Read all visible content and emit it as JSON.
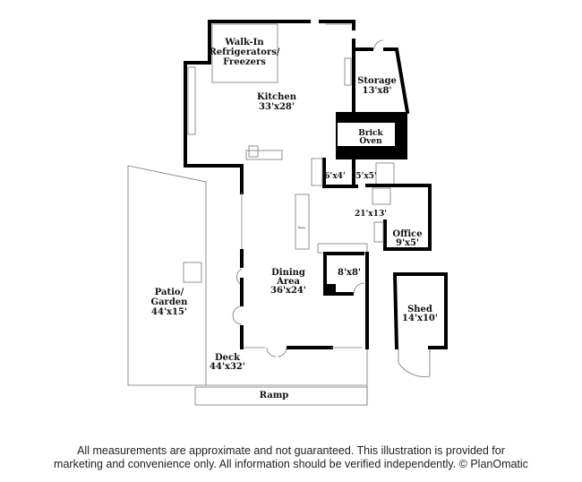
{
  "rooms": {
    "walkin": {
      "line1": "Walk-In",
      "line2": "Refrigerators/",
      "line3": "Freezers"
    },
    "kitchen": {
      "name": "Kitchen",
      "size": "33'x28'"
    },
    "storage": {
      "name": "Storage",
      "size": "13'x8'"
    },
    "oven": {
      "line1": "Brick",
      "line2": "Oven"
    },
    "bath1": {
      "size": "6'x4'"
    },
    "bath2": {
      "size": "5'x5'"
    },
    "hall": {
      "size": "21'x13'"
    },
    "office": {
      "name": "Office",
      "size": "9'x5'"
    },
    "ramp_inner": {
      "name": "Ramp"
    },
    "room8": {
      "size": "8'x8'"
    },
    "dining": {
      "line1": "Dining",
      "line2": "Area",
      "size": "36'x24'"
    },
    "patio": {
      "line1": "Patio/",
      "line2": "Garden",
      "size": "44'x15'"
    },
    "shed": {
      "name": "Shed",
      "size": "14'x10'"
    },
    "deck": {
      "name": "Deck",
      "size": "44'x32'"
    },
    "ramp": {
      "name": "Ramp"
    }
  },
  "footer": {
    "line1": "All measurements are approximate and not guaranteed. This illustration is provided for",
    "line2": "marketing and convenience only. All information should be verified independently. © PlanOmatic"
  }
}
